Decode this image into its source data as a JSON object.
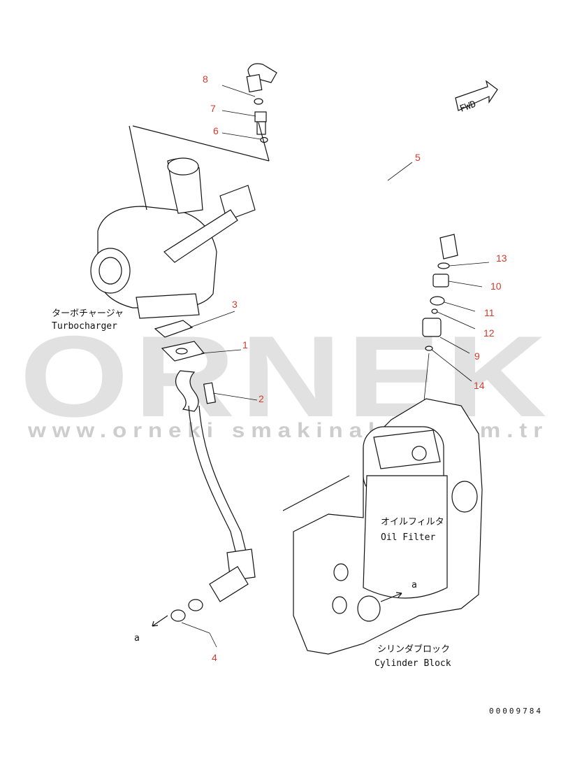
{
  "watermark": {
    "brand": "ORNEK",
    "url": "www.orneki smakinalari.com.tr"
  },
  "direction": {
    "label": "FWD"
  },
  "parts": [
    {
      "id": "1"
    },
    {
      "id": "2"
    },
    {
      "id": "3"
    },
    {
      "id": "4"
    },
    {
      "id": "5"
    },
    {
      "id": "6"
    },
    {
      "id": "7"
    },
    {
      "id": "8"
    },
    {
      "id": "9"
    },
    {
      "id": "10"
    },
    {
      "id": "11"
    },
    {
      "id": "12"
    },
    {
      "id": "13"
    },
    {
      "id": "14"
    }
  ],
  "labels": {
    "turbocharger_jp": "ターボチャージャ",
    "turbocharger_en": "Turbocharger",
    "oil_filter_jp": "オイルフィルタ",
    "oil_filter_en": "Oil Filter",
    "cylinder_block_jp": "シリンダブロック",
    "cylinder_block_en": "Cylinder Block",
    "ref_a": "a"
  },
  "drawing_code": "00009784",
  "colors": {
    "callout": "#d23a2a",
    "ink": "#111111",
    "watermark": "#c9c9c9"
  }
}
